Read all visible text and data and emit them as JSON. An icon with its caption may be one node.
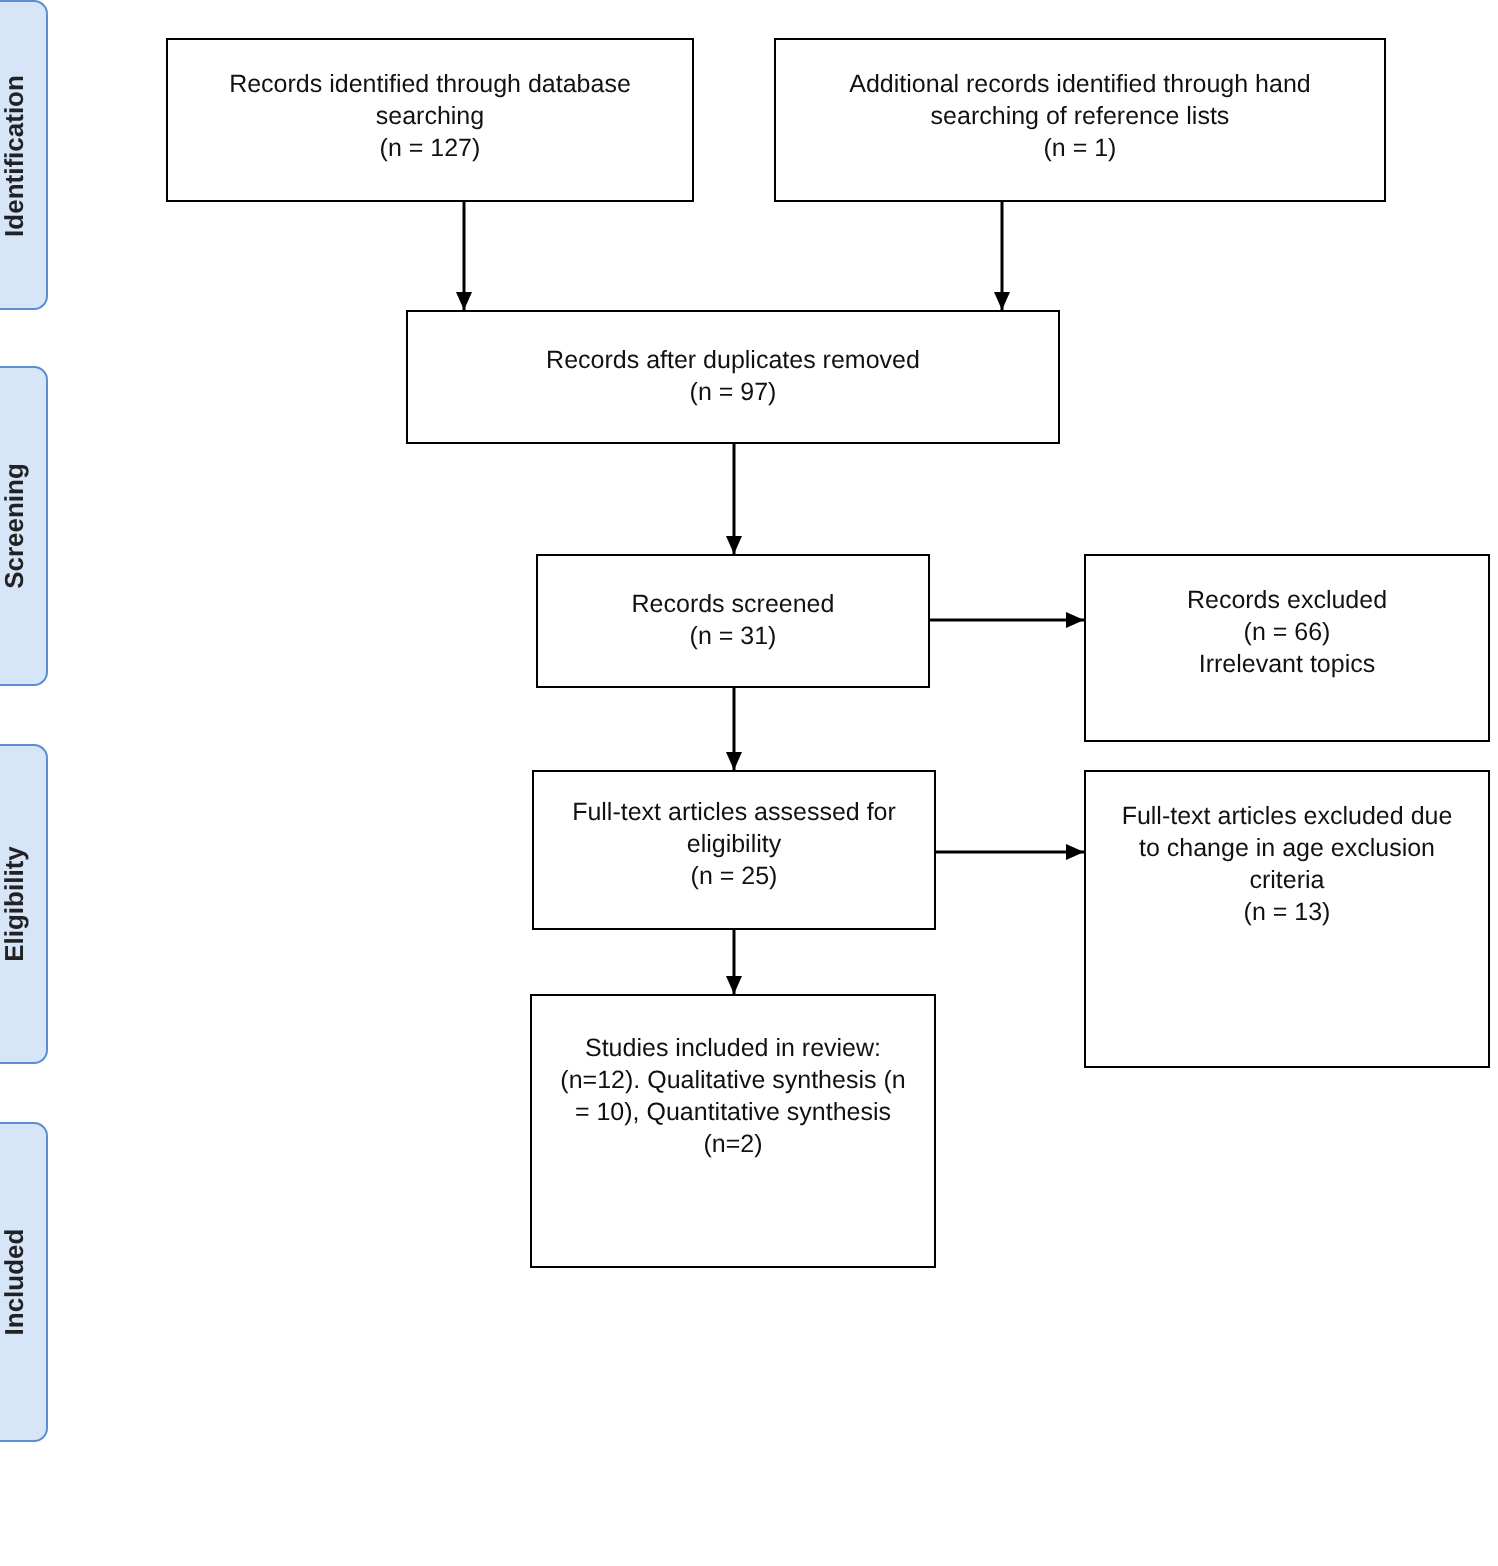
{
  "diagram": {
    "nodes": [
      {
        "text": [
          "Records identified through database searching",
          "(n = 127)"
        ]
      },
      {
        "text": [
          "Additional records identified through hand searching of reference lists",
          "(n = 1)"
        ]
      },
      {
        "text": [
          "Records after duplicates removed",
          "(n = 97)"
        ]
      },
      {
        "text": [
          "Records screened",
          "(n = 31)"
        ]
      },
      {
        "text": [
          "Records excluded",
          "(n = 66)",
          "Irrelevant topics"
        ]
      },
      {
        "text": [
          "Full-text articles assessed for eligibility",
          "(n = 25)"
        ]
      },
      {
        "text": [
          "Full-text articles excluded due to change in age exclusion criteria",
          "(n = 13)"
        ]
      },
      {
        "text": [
          "Studies included in review: (n=12). Qualitative synthesis (n = 10), Quantitative synthesis (n=2)"
        ]
      },
      {
        "text": [
          "Identification"
        ]
      },
      {
        "text": [
          "Screening"
        ]
      },
      {
        "text": [
          "Eligibility"
        ]
      },
      {
        "text": [
          "Included"
        ]
      }
    ],
    "edges": [
      {
        "from": 0,
        "to": 2,
        "arrow": "to"
      },
      {
        "from": 1,
        "to": 2,
        "arrow": "to"
      },
      {
        "from": 2,
        "to": 3,
        "arrow": "to"
      },
      {
        "from": 3,
        "to": 4,
        "arrow": "to"
      },
      {
        "from": 3,
        "to": 5,
        "arrow": "to"
      },
      {
        "from": 5,
        "to": 6,
        "arrow": "to"
      },
      {
        "from": 5,
        "to": 7,
        "arrow": "to"
      }
    ]
  }
}
